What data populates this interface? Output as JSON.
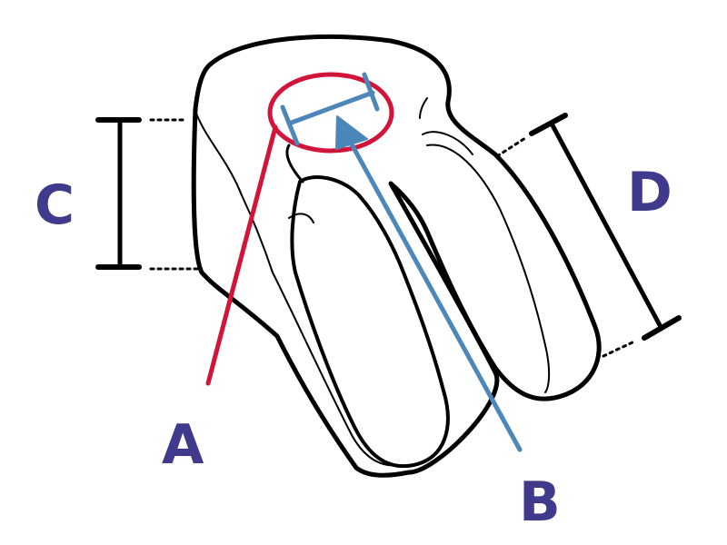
{
  "labels": {
    "a": "A",
    "b": "B",
    "c": "C",
    "d": "D"
  },
  "colors": {
    "outline": "#000000",
    "label": "#3f3a8c",
    "marker_a": "#d2143a",
    "marker_b": "#4d86b8",
    "background": "#ffffff"
  }
}
